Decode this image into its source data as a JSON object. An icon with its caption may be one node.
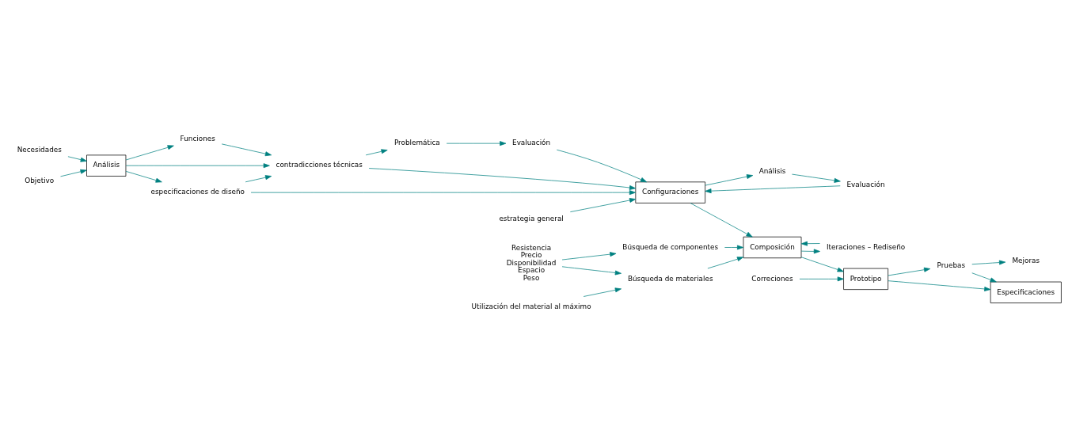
{
  "diagram": {
    "nodes": [
      {
        "text": [
          "Necesidades"
        ]
      },
      {
        "text": [
          "Objetivo"
        ]
      },
      {
        "text": [
          "Análisis"
        ]
      },
      {
        "text": [
          "Funciones"
        ]
      },
      {
        "text": [
          "contradicciones técnicas"
        ]
      },
      {
        "text": [
          "especificaciones de diseño"
        ]
      },
      {
        "text": [
          "Problemática"
        ]
      },
      {
        "text": [
          "Evaluación"
        ]
      },
      {
        "text": [
          "Configuraciones"
        ]
      },
      {
        "text": [
          "estrategia general"
        ]
      },
      {
        "text": [
          "Evaluación"
        ]
      },
      {
        "text": [
          "Análisis"
        ]
      },
      {
        "text": [
          "Iteraciones – Rediseño"
        ]
      },
      {
        "text": [
          "Composición"
        ]
      },
      {
        "text": [
          "Búsqueda de componentes"
        ]
      },
      {
        "text": [
          "Búsqueda de materiales"
        ]
      },
      {
        "text": [
          "Resistencia",
          "Precio",
          "Disponibilidad",
          "Espacio",
          "Peso"
        ]
      },
      {
        "text": [
          "Utilización del material al máximo"
        ]
      },
      {
        "text": [
          "Prototipo"
        ]
      },
      {
        "text": [
          "Pruebas"
        ]
      },
      {
        "text": [
          "Mejoras"
        ]
      },
      {
        "text": [
          "Correciones"
        ]
      },
      {
        "text": [
          "Especificaciones"
        ]
      }
    ],
    "edges": [
      {
        "from": 0,
        "to": 2,
        "arrow": "to"
      },
      {
        "from": 1,
        "to": 2,
        "arrow": "to"
      },
      {
        "from": 2,
        "to": 3,
        "arrow": "to"
      },
      {
        "from": 2,
        "to": 4,
        "arrow": "to"
      },
      {
        "from": 2,
        "to": 5,
        "arrow": "to"
      },
      {
        "from": 3,
        "to": 4,
        "arrow": "to"
      },
      {
        "from": 5,
        "to": 4,
        "arrow": "to"
      },
      {
        "from": 4,
        "to": 6,
        "arrow": "to"
      },
      {
        "from": 6,
        "to": 7,
        "arrow": "to"
      },
      {
        "from": 7,
        "to": 8,
        "arrow": "to"
      },
      {
        "from": 4,
        "to": 8,
        "arrow": "to"
      },
      {
        "from": 5,
        "to": 8,
        "arrow": "to"
      },
      {
        "from": 9,
        "to": 8,
        "arrow": "to"
      },
      {
        "from": 8,
        "to": 11,
        "arrow": "to"
      },
      {
        "from": 10,
        "to": 8,
        "arrow": "to"
      },
      {
        "from": 11,
        "to": 10,
        "arrow": "to"
      },
      {
        "from": 8,
        "to": 13,
        "arrow": "to"
      },
      {
        "from": 13,
        "to": 12,
        "arrow": "to"
      },
      {
        "from": 12,
        "to": 13,
        "arrow": "to"
      },
      {
        "from": 14,
        "to": 13,
        "arrow": "to"
      },
      {
        "from": 15,
        "to": 13,
        "arrow": "to"
      },
      {
        "from": 16,
        "to": 14,
        "arrow": "to"
      },
      {
        "from": 16,
        "to": 15,
        "arrow": "to"
      },
      {
        "from": 17,
        "to": 15,
        "arrow": "to"
      },
      {
        "from": 13,
        "to": 18,
        "arrow": "to"
      },
      {
        "from": 18,
        "to": 19,
        "arrow": "to"
      },
      {
        "from": 19,
        "to": 20,
        "arrow": "to"
      },
      {
        "from": 19,
        "to": 22,
        "arrow": "to"
      },
      {
        "from": 21,
        "to": 18,
        "arrow": "to"
      },
      {
        "from": 18,
        "to": 22,
        "arrow": "to"
      }
    ]
  }
}
